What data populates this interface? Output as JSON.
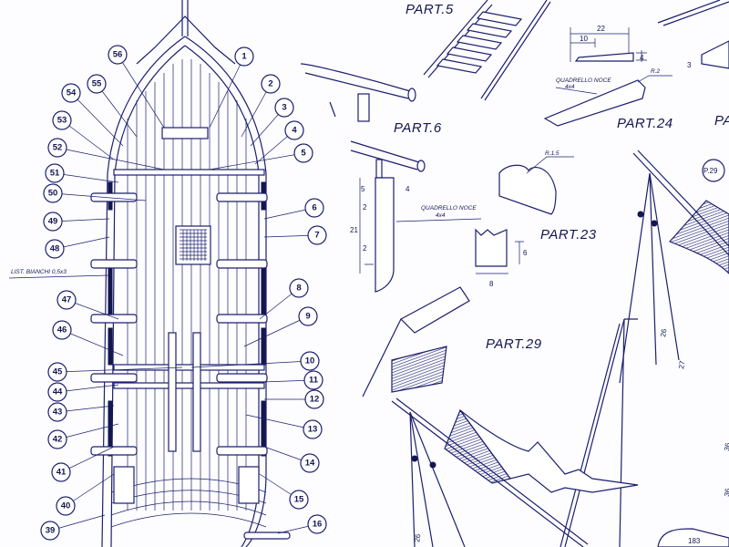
{
  "parts": [
    "PART.5",
    "PART.6",
    "PART.24",
    "PART.23",
    "PART.29",
    "PA"
  ],
  "callouts": [
    "1",
    "2",
    "3",
    "4",
    "5",
    "6",
    "7",
    "8",
    "9",
    "10",
    "11",
    "12",
    "13",
    "14",
    "15",
    "16",
    "56",
    "55",
    "54",
    "53",
    "52",
    "51",
    "50",
    "49",
    "48",
    "47",
    "46",
    "45",
    "44",
    "43",
    "42",
    "41",
    "40",
    "39"
  ],
  "notes": {
    "list_bianchi": "LIST. BIANCHI 0,5x3",
    "quadrello_1": "QUADRELLO NOCE",
    "quadrello_1_size": "4x4",
    "quadrello_2": "QUADRELLO NOCE",
    "quadrello_2_size": "4x4",
    "r2": "R.2",
    "r15": "R.1.5",
    "p29": "P.29"
  },
  "dims": {
    "d22": "22",
    "d10": "10",
    "d4a": "4",
    "d3": "3",
    "d5": "5",
    "d4b": "4",
    "d21": "21",
    "d2a": "2",
    "d2b": "2",
    "d6": "6",
    "d8": "8",
    "r26a": "26",
    "r27": "27",
    "r26b": "26",
    "r36a": "36",
    "r36b": "36",
    "r183": "183"
  }
}
